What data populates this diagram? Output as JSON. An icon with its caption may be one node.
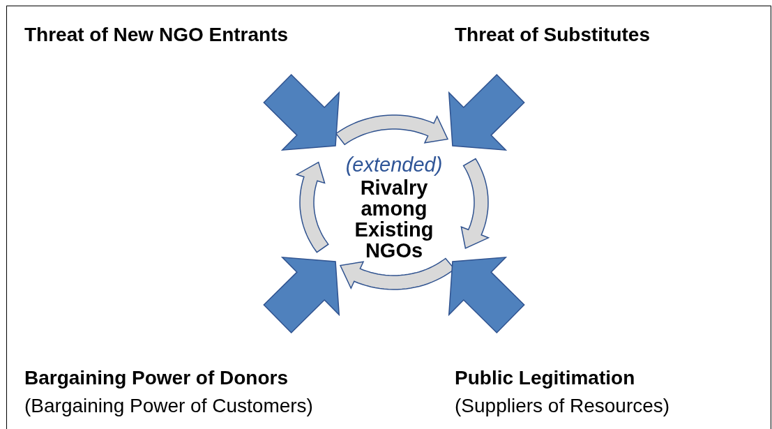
{
  "diagram": {
    "nodes": [
      {
        "text": [
          "Threat of New NGO Entrants"
        ]
      },
      {
        "text": [
          "Threat of Substitutes"
        ]
      },
      {
        "text": [
          "(extended)",
          "Rivalry among Existing NGOs"
        ]
      },
      {
        "text": [
          "Bargaining Power of Donors",
          "(Bargaining Power of Customers)"
        ]
      },
      {
        "text": [
          "Public Legitimation",
          "(Suppliers of Resources)"
        ]
      }
    ],
    "edges": [
      {
        "from": 0,
        "to": 2,
        "arrow": "to"
      },
      {
        "from": 1,
        "to": 2,
        "arrow": "to"
      },
      {
        "from": 3,
        "to": 2,
        "arrow": "to"
      },
      {
        "from": 4,
        "to": 2,
        "arrow": "to"
      }
    ]
  }
}
